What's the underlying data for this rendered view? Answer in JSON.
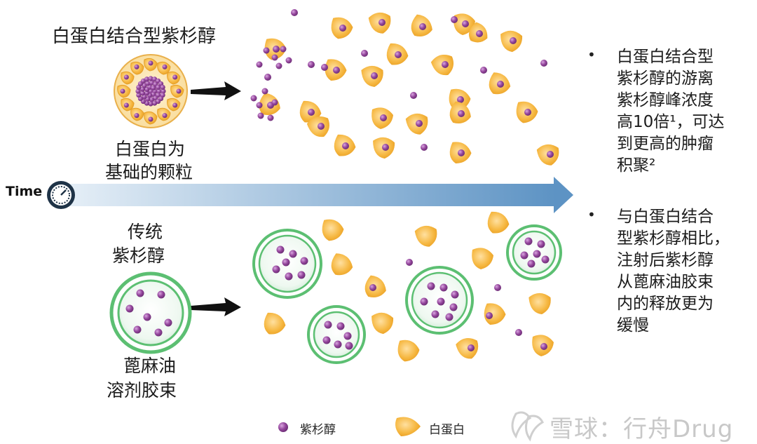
{
  "labels": {
    "top_title": "白蛋白结合型紫杉醇",
    "albumin_particle_line1": "白蛋白为",
    "albumin_particle_line2": "基础的颗粒",
    "traditional_line1": "传统",
    "traditional_line2": "紫杉醇",
    "micelle_line1": "蓖麻油",
    "micelle_line2": "溶剂胶束",
    "time": "Time"
  },
  "bullets": [
    {
      "lines": [
        "白蛋白结合型",
        "紫杉醇的游离",
        "紫杉醇峰浓度",
        "高10倍¹，可达",
        "到更高的肿瘤",
        "积聚²"
      ]
    },
    {
      "lines": [
        "与白蛋白结合",
        "型紫杉醇相比，",
        "注射后紫杉醇",
        "从蓖麻油胶束",
        "内的释放更为",
        "缓慢"
      ]
    }
  ],
  "legend": {
    "paclitaxel": "紫杉醇",
    "albumin": "白蛋白"
  },
  "watermark": "雪球：行舟Drug",
  "colors": {
    "albumin": "#f4b63a",
    "paclitaxel": "#8a3d94",
    "micelle_ring": "#5cbf72",
    "arrow": "#6f9fc8"
  }
}
